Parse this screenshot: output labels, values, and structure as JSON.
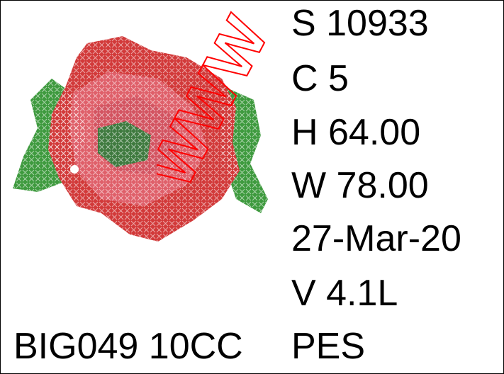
{
  "design": {
    "stitches": "S 10933",
    "colors": "C 5",
    "height": "H 64.00",
    "width": "W 78.00",
    "date": "27-Mar-20",
    "version": "V  4.1L",
    "name": "BIG049 10CC",
    "format": "PES"
  },
  "preview": {
    "icon": "flower-cross-stitch-icon",
    "palette": {
      "petal_dark": "#d23a3a",
      "petal_mid": "#dd5656",
      "petal_light": "#e8798a",
      "center": "#3f7a3f",
      "leaf": "#3e9a3e"
    }
  },
  "watermark": {
    "text": "WWW",
    "color": "#ff0000"
  }
}
